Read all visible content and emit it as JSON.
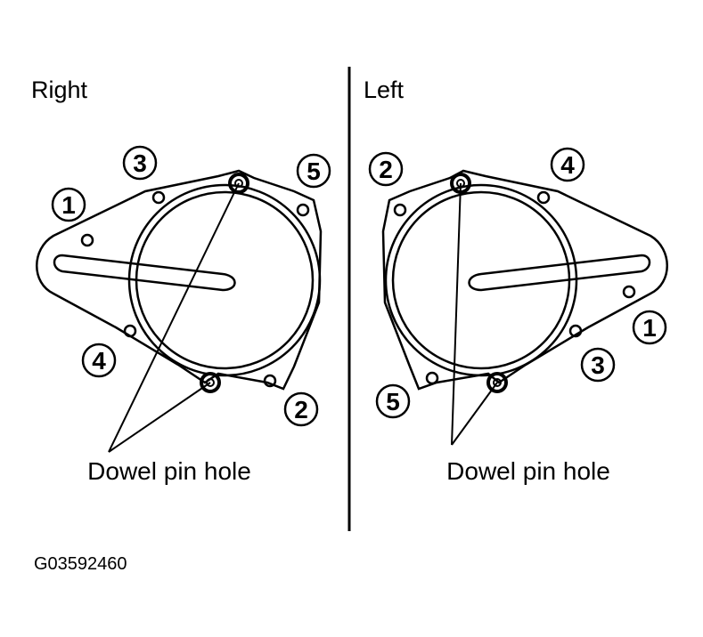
{
  "panels": {
    "right": {
      "title": "Right",
      "bolt_numbers": [
        "1",
        "2",
        "3",
        "4",
        "5"
      ],
      "callout": "Dowel pin hole"
    },
    "left": {
      "title": "Left",
      "bolt_numbers": [
        "1",
        "2",
        "3",
        "4",
        "5"
      ],
      "callout": "Dowel pin hole"
    }
  },
  "figure_code": "G03592460"
}
